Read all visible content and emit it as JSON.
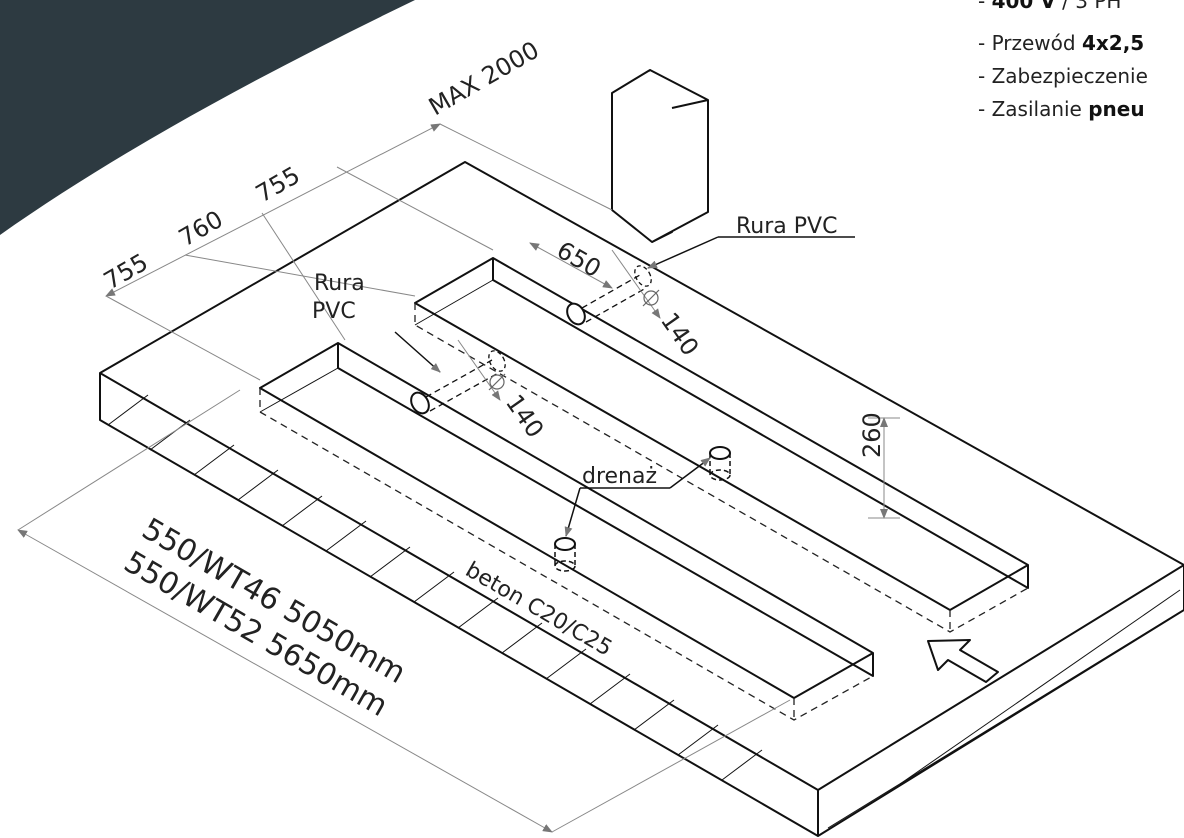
{
  "colors": {
    "background": "#ffffff",
    "corner_band": "#2d3a41",
    "line": "#111111",
    "dimension": "#888888"
  },
  "dimensions": {
    "d1": "755",
    "d2": "760",
    "d3": "755",
    "d4": "MAX 2000",
    "depth": "260",
    "offset": "650",
    "pipe1": "140",
    "pipe2": "140"
  },
  "labels": {
    "pipe_top": "Rura PVC",
    "pipe_left_line1": "Rura",
    "pipe_left_line2": "PVC",
    "drain": "drenaż",
    "concrete": "beton C20/C25",
    "length1": "550/WT46  5050mm",
    "length2": "550/WT52  5650mm"
  },
  "notes": [
    {
      "prefix": "- ",
      "bold": "400 V",
      "suffix": " / 3 PH"
    },
    {
      "prefix": "- Przewód ",
      "bold": "4x2,5",
      "suffix": ""
    },
    {
      "prefix": "- Zabezpieczenie",
      "bold": "",
      "suffix": ""
    },
    {
      "prefix": "- Zasilanie ",
      "bold": "pneu",
      "suffix": ""
    }
  ],
  "icons": {
    "direction_arrow": "drive-direction-arrow-icon",
    "console": "control-console-icon",
    "diameter": "diameter-icon"
  }
}
